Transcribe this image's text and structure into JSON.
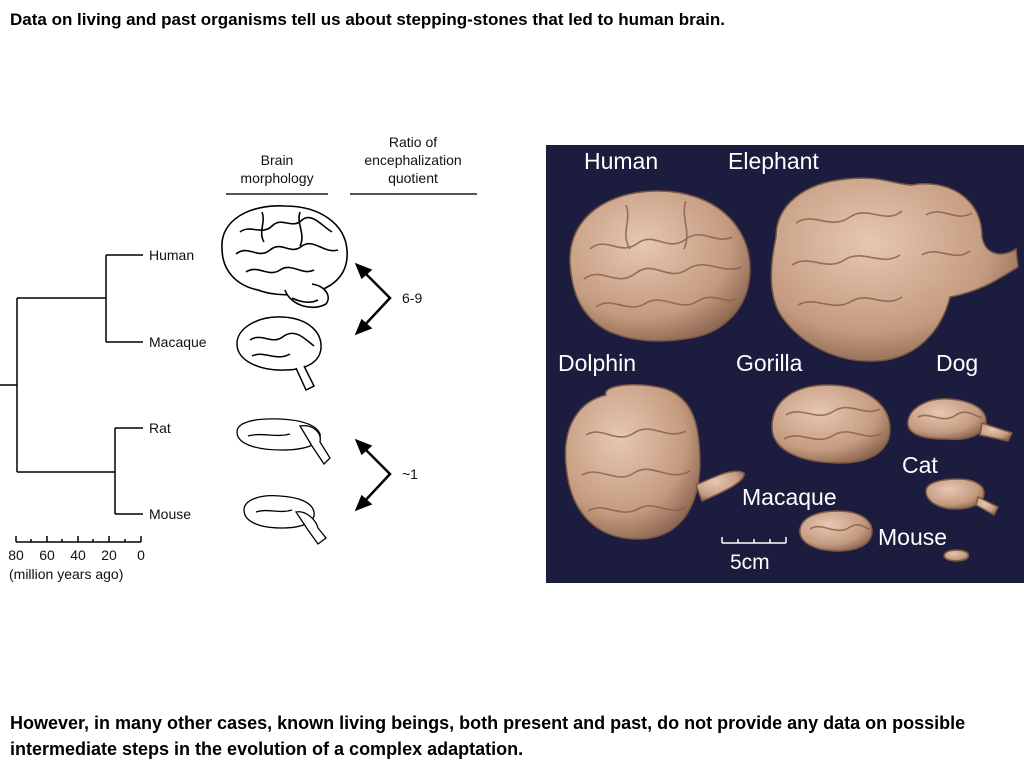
{
  "title": "Data on living and past organisms tell us about stepping-stones that led to human brain.",
  "footer": "However, in many other cases, known living beings, both present and past, do not provide any data on possible intermediate steps in the evolution of a complex adaptation.",
  "diagram": {
    "header_morphology": [
      "Brain",
      "morphology"
    ],
    "header_ratio": [
      "Ratio of",
      "encephalization",
      "quotient"
    ],
    "species": [
      "Human",
      "Macaque",
      "Rat",
      "Mouse"
    ],
    "ratio_primate": "6-9",
    "ratio_rodent": "~1",
    "axis_ticks": [
      "80",
      "60",
      "40",
      "20",
      "0"
    ],
    "axis_label": "(million years ago)"
  },
  "photo": {
    "labels": [
      "Human",
      "Elephant",
      "Dolphin",
      "Gorilla",
      "Dog",
      "Cat",
      "Macaque",
      "Mouse"
    ],
    "scale": "5cm",
    "background": "#1c1c3e",
    "brain_color": "#c9a48c"
  }
}
